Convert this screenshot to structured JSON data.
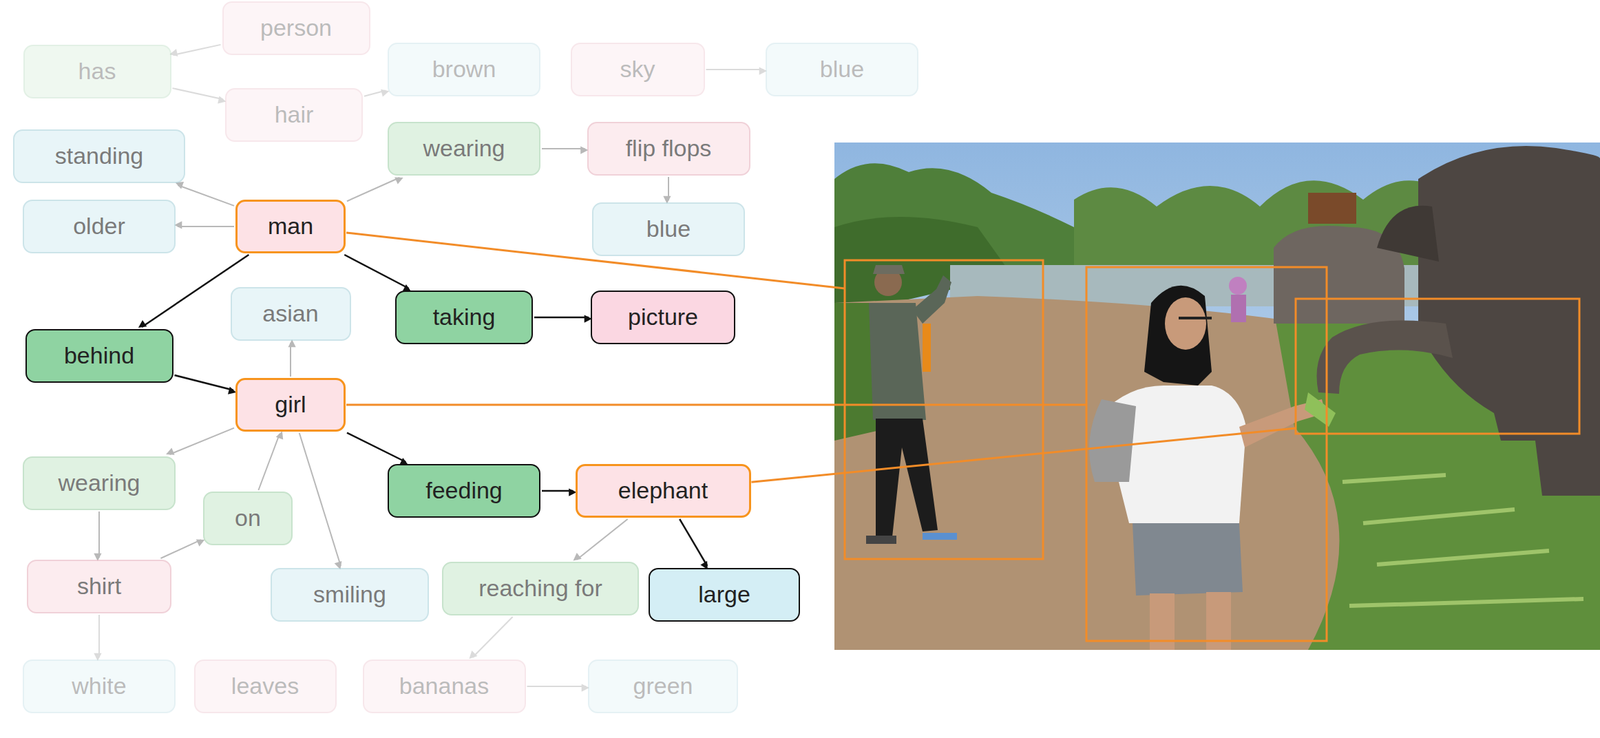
{
  "diagram": {
    "nodes": [
      {
        "text": [
          "person"
        ]
      },
      {
        "text": [
          "has"
        ]
      },
      {
        "text": [
          "hair"
        ]
      },
      {
        "text": [
          "brown"
        ]
      },
      {
        "text": [
          "sky"
        ]
      },
      {
        "text": [
          "blue"
        ]
      },
      {
        "text": [
          "standing"
        ]
      },
      {
        "text": [
          "wearing"
        ]
      },
      {
        "text": [
          "flip flops"
        ]
      },
      {
        "text": [
          "older"
        ]
      },
      {
        "text": [
          "man"
        ]
      },
      {
        "text": [
          "blue"
        ]
      },
      {
        "text": [
          "asian"
        ]
      },
      {
        "text": [
          "behind"
        ]
      },
      {
        "text": [
          "taking"
        ]
      },
      {
        "text": [
          "picture"
        ]
      },
      {
        "text": [
          "girl"
        ]
      },
      {
        "text": [
          "wearing"
        ]
      },
      {
        "text": [
          "feeding"
        ]
      },
      {
        "text": [
          "elephant"
        ]
      },
      {
        "text": [
          "on"
        ]
      },
      {
        "text": [
          "shirt"
        ]
      },
      {
        "text": [
          "smiling"
        ]
      },
      {
        "text": [
          "reaching for"
        ]
      },
      {
        "text": [
          "large"
        ]
      },
      {
        "text": [
          "white"
        ]
      },
      {
        "text": [
          "leaves"
        ]
      },
      {
        "text": [
          "bananas"
        ]
      },
      {
        "text": [
          "green"
        ]
      }
    ],
    "edges": [
      {
        "from": 0,
        "to": 1,
        "arrow": "to"
      },
      {
        "from": 1,
        "to": 2,
        "arrow": "to"
      },
      {
        "from": 2,
        "to": 3,
        "arrow": "to"
      },
      {
        "from": 4,
        "to": 5,
        "arrow": "to"
      },
      {
        "from": 10,
        "to": 6,
        "arrow": "to"
      },
      {
        "from": 10,
        "to": 9,
        "arrow": "to"
      },
      {
        "from": 10,
        "to": 7,
        "arrow": "to"
      },
      {
        "from": 7,
        "to": 8,
        "arrow": "to"
      },
      {
        "from": 8,
        "to": 11,
        "arrow": "to"
      },
      {
        "from": 10,
        "to": 13,
        "arrow": "to"
      },
      {
        "from": 13,
        "to": 16,
        "arrow": "to"
      },
      {
        "from": 10,
        "to": 14,
        "arrow": "to"
      },
      {
        "from": 14,
        "to": 15,
        "arrow": "to"
      },
      {
        "from": 16,
        "to": 12,
        "arrow": "to"
      },
      {
        "from": 16,
        "to": 18,
        "arrow": "to"
      },
      {
        "from": 18,
        "to": 19,
        "arrow": "to"
      },
      {
        "from": 16,
        "to": 17,
        "arrow": "to"
      },
      {
        "from": 17,
        "to": 21,
        "arrow": "to"
      },
      {
        "from": 21,
        "to": 20,
        "arrow": "to"
      },
      {
        "from": 20,
        "to": 16,
        "arrow": "to"
      },
      {
        "from": 16,
        "to": 22,
        "arrow": "to"
      },
      {
        "from": 21,
        "to": 25,
        "arrow": "to"
      },
      {
        "from": 19,
        "to": 23,
        "arrow": "to"
      },
      {
        "from": 23,
        "to": 27,
        "arrow": "to"
      },
      {
        "from": 27,
        "to": 28,
        "arrow": "to"
      },
      {
        "from": 19,
        "to": 24,
        "arrow": "to"
      }
    ]
  }
}
